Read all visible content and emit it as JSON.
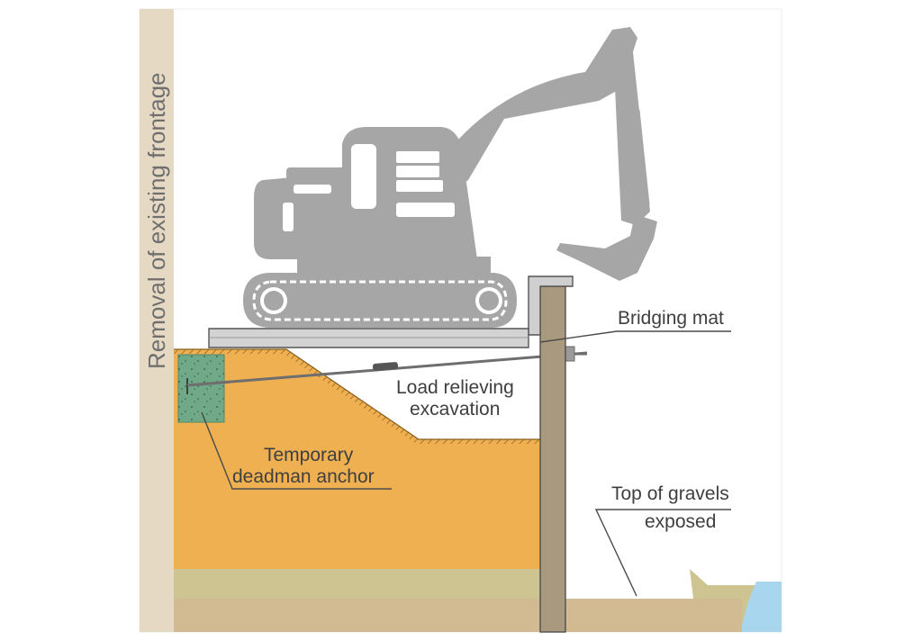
{
  "labels": {
    "side_title": "Removal of existing frontage",
    "bridging_mat": "Bridging mat",
    "load_relieving_line1": "Load relieving",
    "load_relieving_line2": "excavation",
    "deadman_line1": "Temporary",
    "deadman_line2": "deadman anchor",
    "gravels_line1": "Top of gravels",
    "gravels_line2": "exposed"
  },
  "colors": {
    "side_band": "#e6d9c3",
    "soil": "#efb052",
    "soil_hatch": "#b5812c",
    "clay_layer": "#cdc491",
    "base_layer": "#d2bb92",
    "sheet_pile": "#a99a7f",
    "deadman_block": "#6fa987",
    "excavator": "#a6a6a6",
    "bridging_mat": "#d3d3d3",
    "water": "#a7d6ee",
    "leader_line": "#4a4a4a"
  },
  "icons": {
    "machine": "excavator-icon"
  }
}
